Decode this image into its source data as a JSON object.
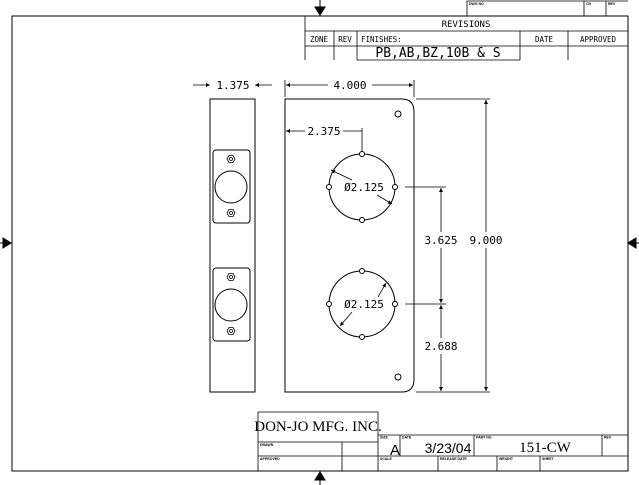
{
  "revisions": {
    "title": "REVISIONS",
    "columns": {
      "zone": "ZONE",
      "rev": "REV",
      "finishes": "FINISHES:",
      "date": "DATE",
      "approved": "APPROVED"
    },
    "finishes_value": "PB,AB,BZ,10B & S",
    "dwg_no_label": "DWG NO",
    "ch_label": "CH",
    "rev_label": "REV"
  },
  "dimensions": {
    "side_width": "1.375",
    "plate_width": "4.000",
    "hole_offset": "2.375",
    "hole_diameter_upper": "Ø2.125",
    "hole_diameter_lower": "Ø2.125",
    "hole_spacing": "3.625",
    "plate_height": "9.000",
    "bottom_offset": "2.688"
  },
  "title_block": {
    "company": "DON-JO MFG. INC.",
    "drawn_label": "DRAWN",
    "approved_label": "APPROVED",
    "size_label": "SIZE",
    "size_value": "A",
    "date_label": "DATE",
    "date_value": "3/23/04",
    "part_no_label": "PART NO.",
    "part_no_value": "151-CW",
    "rev_label": "REV",
    "scale_label": "SCALE",
    "release_date_label": "RELEASE DATE",
    "weight_label": "WEIGHT",
    "sheet_label": "SHEET"
  }
}
